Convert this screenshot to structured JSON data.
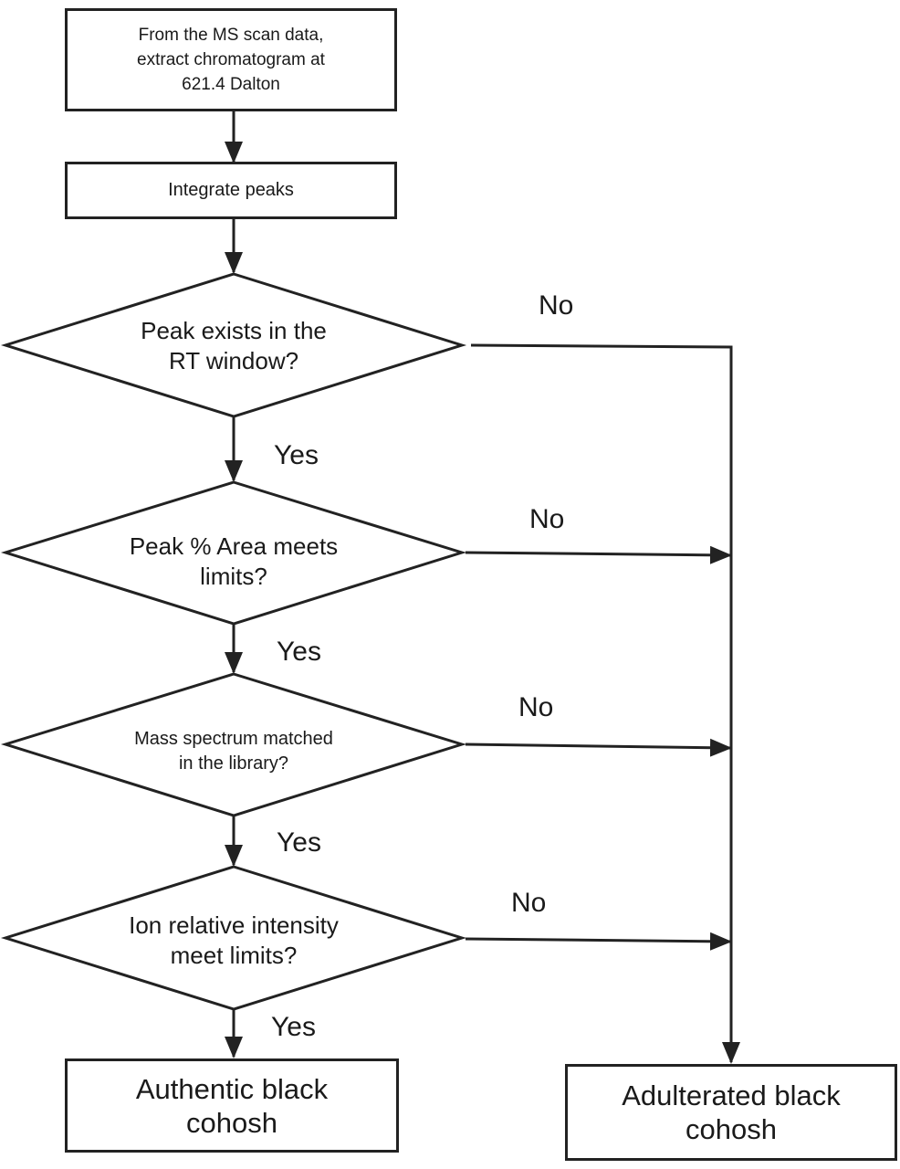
{
  "steps": {
    "extract": {
      "lines": [
        "From the MS scan data,",
        "extract chromatogram at",
        "621.4 Dalton"
      ]
    },
    "integrate": {
      "lines": [
        "Integrate peaks"
      ]
    }
  },
  "decisions": [
    {
      "lines": [
        "Peak exists in the",
        "RT window?"
      ],
      "yes_label": "Yes",
      "no_label": "No"
    },
    {
      "lines": [
        "Peak % Area meets",
        "limits?"
      ],
      "yes_label": "Yes",
      "no_label": "No"
    },
    {
      "lines": [
        "Mass spectrum matched",
        "in the library?"
      ],
      "yes_label": "Yes",
      "no_label": "No"
    },
    {
      "lines": [
        "Ion relative intensity",
        "meet limits?"
      ],
      "yes_label": "Yes",
      "no_label": "No"
    }
  ],
  "outcomes": {
    "authentic": {
      "lines": [
        "Authentic black",
        "cohosh"
      ]
    },
    "adulterated": {
      "lines": [
        "Adulterated black",
        "cohosh"
      ]
    }
  },
  "colors": {
    "stroke": "#222222",
    "text": "#1a1a1a",
    "background": "#ffffff"
  }
}
